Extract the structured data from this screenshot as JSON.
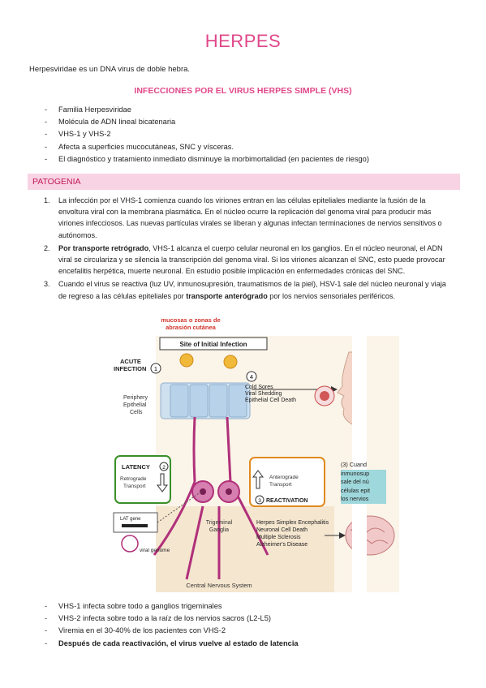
{
  "title": "HERPES",
  "intro": "Herpesviridae es un DNA virus de doble hebra.",
  "subtitle": "INFECCIONES POR EL VIRUS HERPES SIMPLE (VHS)",
  "intro_list": [
    "Familia Herpesviridae",
    "Molécula de ADN lineal bicatenaria",
    "VHS-1 y VHS-2",
    "Afecta a superficies mucocutáneas, SNC y vísceras.",
    "El diagnóstico y tratamiento inmediato disminuye la morbimortalidad (en pacientes de riesgo)"
  ],
  "section": "PATOGENIA",
  "steps": {
    "s1_num": "1.",
    "s1_text": "La infección por el VHS-1 comienza cuando los viriones entran en las células epiteliales mediante la fusión de la envoltura viral con la membrana plasmática. En el núcleo ocurre la replicación del genoma viral para producir más viriones infecciosos. Las nuevas partículas virales se liberan y algunas infectan terminaciones de nervios sensitivos o autónomos.",
    "s2_num": "2.",
    "s2_bold": "Por transporte retrógrado",
    "s2_text": ", VHS-1 alcanza el cuerpo celular neuronal en los ganglios. En el núcleo neuronal, el ADN viral se circulariza y se silencia la transcripción del genoma viral. Si los viriones alcanzan el SNC, esto puede provocar encefalitis herpética, muerte neuronal. En estudio posible implicación en enfermedades crónicas del SNC.",
    "s3_num": "3.",
    "s3_text_a": "Cuando el virus se reactiva (luz UV, inmunosupresión, traumatismos de la piel), HSV-1 sale del núcleo neuronal y viaja de regreso a las células epiteliales por ",
    "s3_bold": "transporte anterógrado",
    "s3_text_b": " por los nervios sensoriales periféricos."
  },
  "figure": {
    "annotation": "mucosas o zonas de abrasión cutánea",
    "site": "Site of Initial Infection",
    "acute": "ACUTE INFECTION",
    "n1": "1",
    "periphery": "Periphery Epithelial Cells",
    "n4": "4",
    "cold_sores": "Cold Sores",
    "shedding": "Viral Shedding",
    "death": "Epithelial Cell Death",
    "latency": "LATENCY",
    "n2": "2",
    "retro": "Retrograde Transport",
    "antero": "Anterograde Transport",
    "n3": "3",
    "reactivation": "REACTIVATION",
    "lat": "LAT gene",
    "viral_genome": "viral genome",
    "trigeminal": "Trigeminal Ganglia",
    "effects": [
      "Herpes Simplex Encephalitis",
      "Neuronal Cell Death",
      "Multiple Sclerosis",
      "Alzheimer's Disease"
    ],
    "cns": "Central Nervous System",
    "side_lines": [
      "(3) Cuand",
      "inmunosup",
      "sale del nú",
      "células epit",
      "los nervios"
    ]
  },
  "bottom_list": [
    "VHS-1 infecta sobre todo a ganglios trigeminales",
    "VHS-2 infecta sobre todo a la raíz de los nervios sacros (L2-L5)",
    "Viremia en el 30-40% de los pacientes con VHS-2"
  ],
  "bottom_bold": "Después de cada reactivación, el virus vuelve al estado de latencia",
  "colors": {
    "accent": "#e0488a",
    "section_bg": "#f8d3e3",
    "neuron": "#b0307a",
    "latency": "#3a8f2a",
    "reactivation": "#e08a1e"
  }
}
